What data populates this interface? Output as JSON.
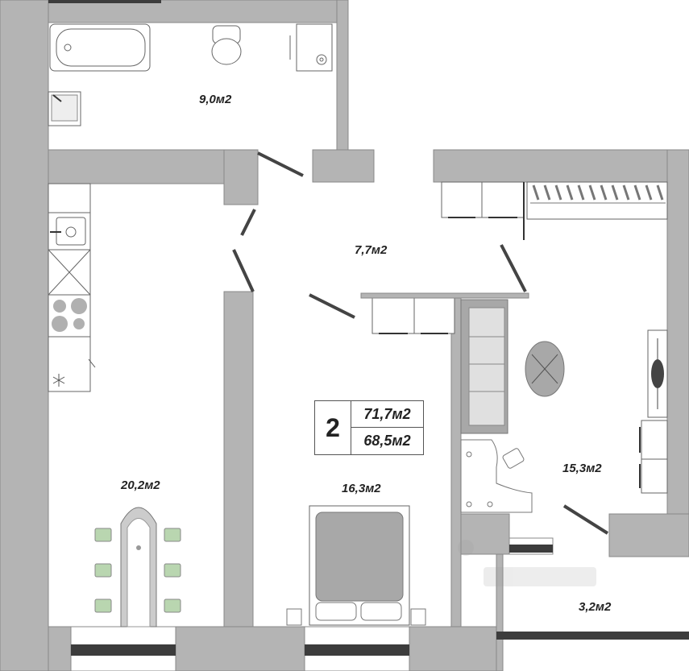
{
  "summary": {
    "rooms_count": "2",
    "total_area": "71,7м2",
    "living_area": "68,5м2"
  },
  "rooms": [
    {
      "id": "bathroom",
      "area": "9,0м2"
    },
    {
      "id": "hallway",
      "area": "7,7м2"
    },
    {
      "id": "kitchen",
      "area": "20,2м2"
    },
    {
      "id": "bedroom",
      "area": "16,3м2"
    },
    {
      "id": "living-room",
      "area": "15,3м2"
    },
    {
      "id": "balcony",
      "area": "3,2м2"
    }
  ],
  "colors": {
    "wall": "#b4b4b4",
    "furniture_gray": "#a8a8a8",
    "plant_green": "#b9d6b0",
    "window_dark": "#3c3c3c"
  },
  "icons": [
    "bathtub-icon",
    "toilet-icon",
    "shower-icon",
    "sink-icon",
    "stove-icon",
    "bed-icon",
    "sofa-icon",
    "table-icon",
    "chair-icon",
    "window-icon",
    "door-icon"
  ]
}
